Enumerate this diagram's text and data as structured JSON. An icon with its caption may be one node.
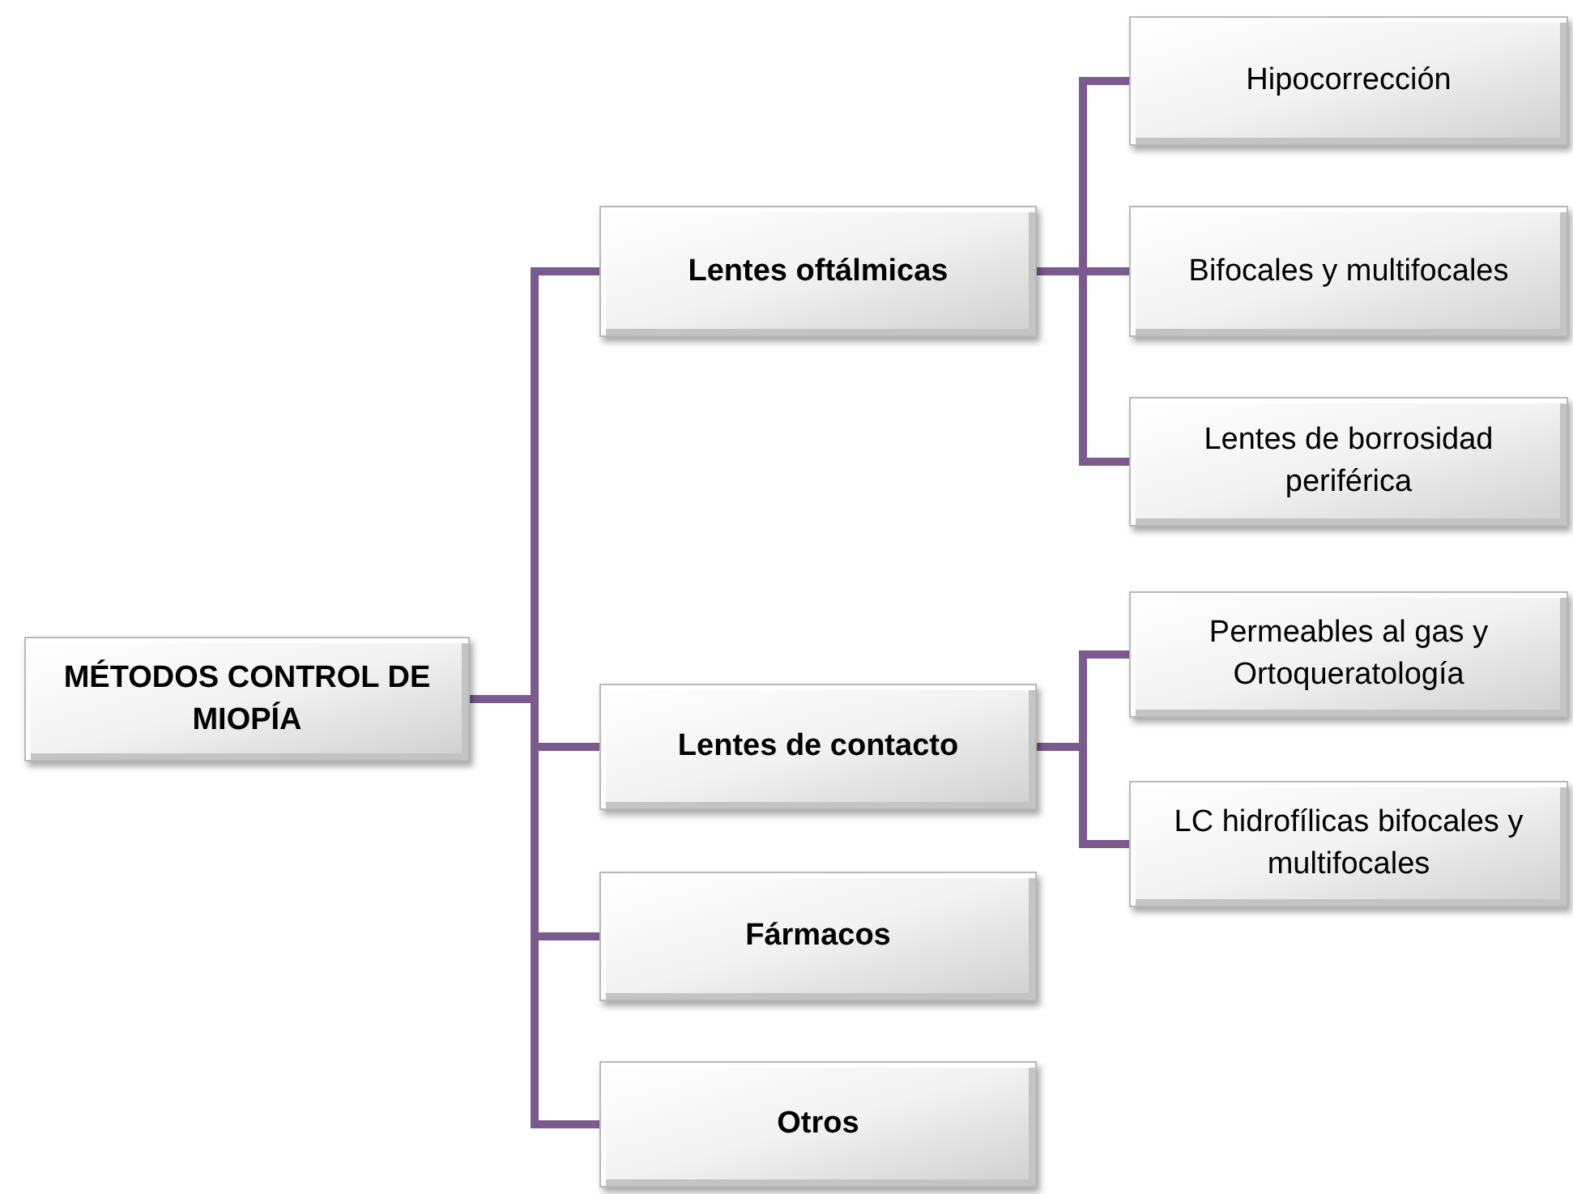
{
  "diagram": {
    "nodes": [
      {
        "text": [
          "MÉTODOS CONTROL DE MIOPÍA"
        ]
      },
      {
        "text": [
          "Lentes oftálmicas"
        ]
      },
      {
        "text": [
          "Lentes de contacto"
        ]
      },
      {
        "text": [
          "Fármacos"
        ]
      },
      {
        "text": [
          "Otros"
        ]
      },
      {
        "text": [
          "Hipocorrección"
        ]
      },
      {
        "text": [
          "Bifocales y multifocales"
        ]
      },
      {
        "text": [
          "Lentes de borrosidad periférica"
        ]
      },
      {
        "text": [
          "Permeables al gas y Ortoqueratología"
        ]
      },
      {
        "text": [
          "LC hidrofílicas bifocales y multifocales"
        ]
      }
    ],
    "edges": [
      {
        "from": 0,
        "to": 1,
        "arrow": "none"
      },
      {
        "from": 0,
        "to": 2,
        "arrow": "none"
      },
      {
        "from": 0,
        "to": 3,
        "arrow": "none"
      },
      {
        "from": 0,
        "to": 4,
        "arrow": "none"
      },
      {
        "from": 1,
        "to": 5,
        "arrow": "none"
      },
      {
        "from": 1,
        "to": 6,
        "arrow": "none"
      },
      {
        "from": 1,
        "to": 7,
        "arrow": "none"
      },
      {
        "from": 2,
        "to": 8,
        "arrow": "none"
      },
      {
        "from": 2,
        "to": 9,
        "arrow": "none"
      }
    ]
  }
}
